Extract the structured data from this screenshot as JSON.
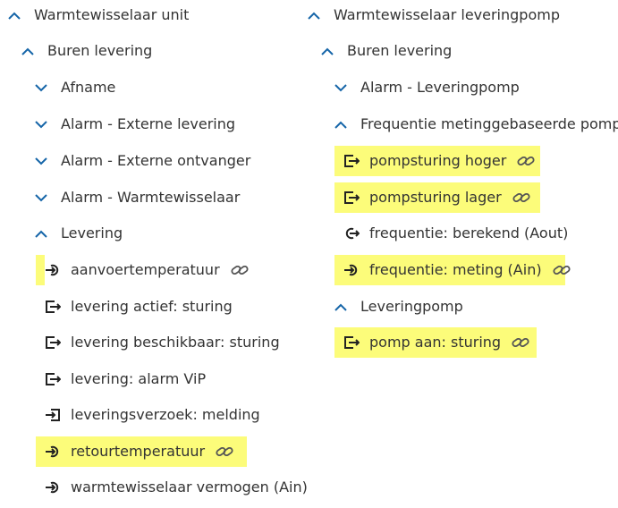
{
  "colors": {
    "chevron": "#1565a8",
    "icon": "#222222",
    "highlight": "#fcfc7a",
    "link": "#555555",
    "text": "#333333"
  },
  "left": {
    "root": "Warmtewisselaar unit",
    "group": "Buren levering",
    "subgroups": [
      "Afname",
      "Alarm - Externe levering",
      "Alarm - Externe ontvanger",
      "Alarm - Warmtewisselaar"
    ],
    "open_group": "Levering",
    "points": [
      {
        "label": "aanvoertemperatuur",
        "icon": "analog-in-icon",
        "highlighted": true,
        "linked": true
      },
      {
        "label": "levering actief: sturing",
        "icon": "digital-out-icon",
        "highlighted": false,
        "linked": false
      },
      {
        "label": "levering beschikbaar: sturing",
        "icon": "digital-out-icon",
        "highlighted": false,
        "linked": false
      },
      {
        "label": "levering: alarm ViP",
        "icon": "digital-out-icon",
        "highlighted": false,
        "linked": false
      },
      {
        "label": "leveringsverzoek: melding",
        "icon": "digital-in-icon",
        "highlighted": false,
        "linked": false
      },
      {
        "label": "retourtemperatuur",
        "icon": "analog-in-icon",
        "highlighted": true,
        "linked": true
      },
      {
        "label": "warmtewisselaar vermogen (Ain)",
        "icon": "analog-in-icon",
        "highlighted": false,
        "linked": false
      }
    ]
  },
  "right": {
    "root": "Warmtewisselaar leveringpomp",
    "group": "Buren levering",
    "subgroup": "Alarm - Leveringpomp",
    "open_group_1": "Frequentie metinggebaseerde pomp",
    "points_1": [
      {
        "label": "pompsturing hoger",
        "icon": "digital-out-icon",
        "highlighted": true,
        "linked": true
      },
      {
        "label": "pompsturing lager",
        "icon": "digital-out-icon",
        "highlighted": true,
        "linked": true
      },
      {
        "label": "frequentie: berekend (Aout)",
        "icon": "analog-out-icon",
        "highlighted": false,
        "linked": false
      },
      {
        "label": "frequentie: meting (Ain)",
        "icon": "analog-in-icon",
        "highlighted": true,
        "linked": true
      }
    ],
    "open_group_2": "Leveringpomp",
    "points_2": [
      {
        "label": "pomp aan: sturing",
        "icon": "digital-out-icon",
        "highlighted": true,
        "linked": true
      }
    ]
  }
}
